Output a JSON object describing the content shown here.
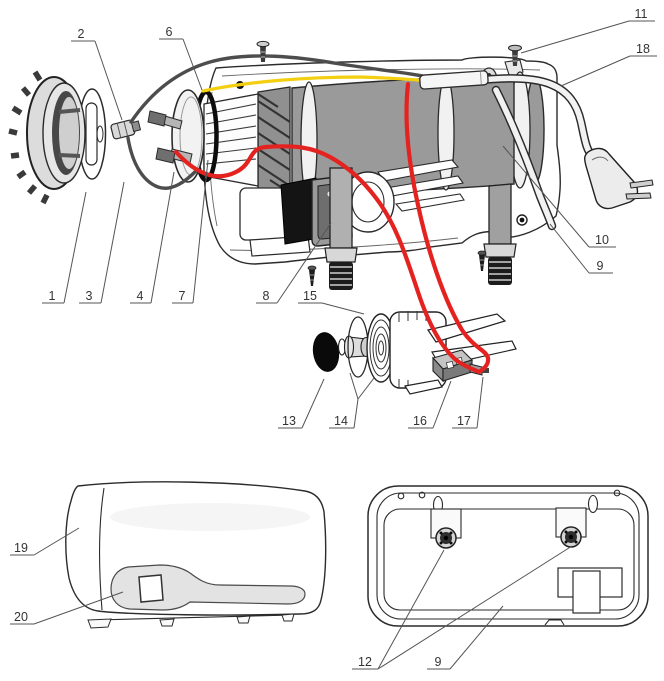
{
  "callouts": {
    "c1": {
      "label": "1"
    },
    "c2": {
      "label": "2"
    },
    "c3": {
      "label": "3"
    },
    "c4": {
      "label": "4"
    },
    "c6": {
      "label": "6"
    },
    "c7": {
      "label": "7"
    },
    "c8": {
      "label": "8"
    },
    "c9_upper": {
      "label": "9"
    },
    "c9_lower": {
      "label": "9"
    },
    "c10": {
      "label": "10"
    },
    "c11": {
      "label": "11"
    },
    "c12": {
      "label": "12"
    },
    "c13": {
      "label": "13"
    },
    "c14": {
      "label": "14"
    },
    "c15": {
      "label": "15"
    },
    "c16": {
      "label": "16"
    },
    "c17": {
      "label": "17"
    },
    "c18": {
      "label": "18"
    },
    "c19": {
      "label": "19"
    },
    "c20": {
      "label": "20"
    }
  },
  "colors": {
    "wire_red": "#e42320",
    "wire_yellow": "#f3cf12",
    "wire_dark": "#4d4d4d",
    "tank_gray": "#9a9a9a",
    "outline": "#2b2b2b",
    "panel_gray": "#e3e3e3"
  }
}
